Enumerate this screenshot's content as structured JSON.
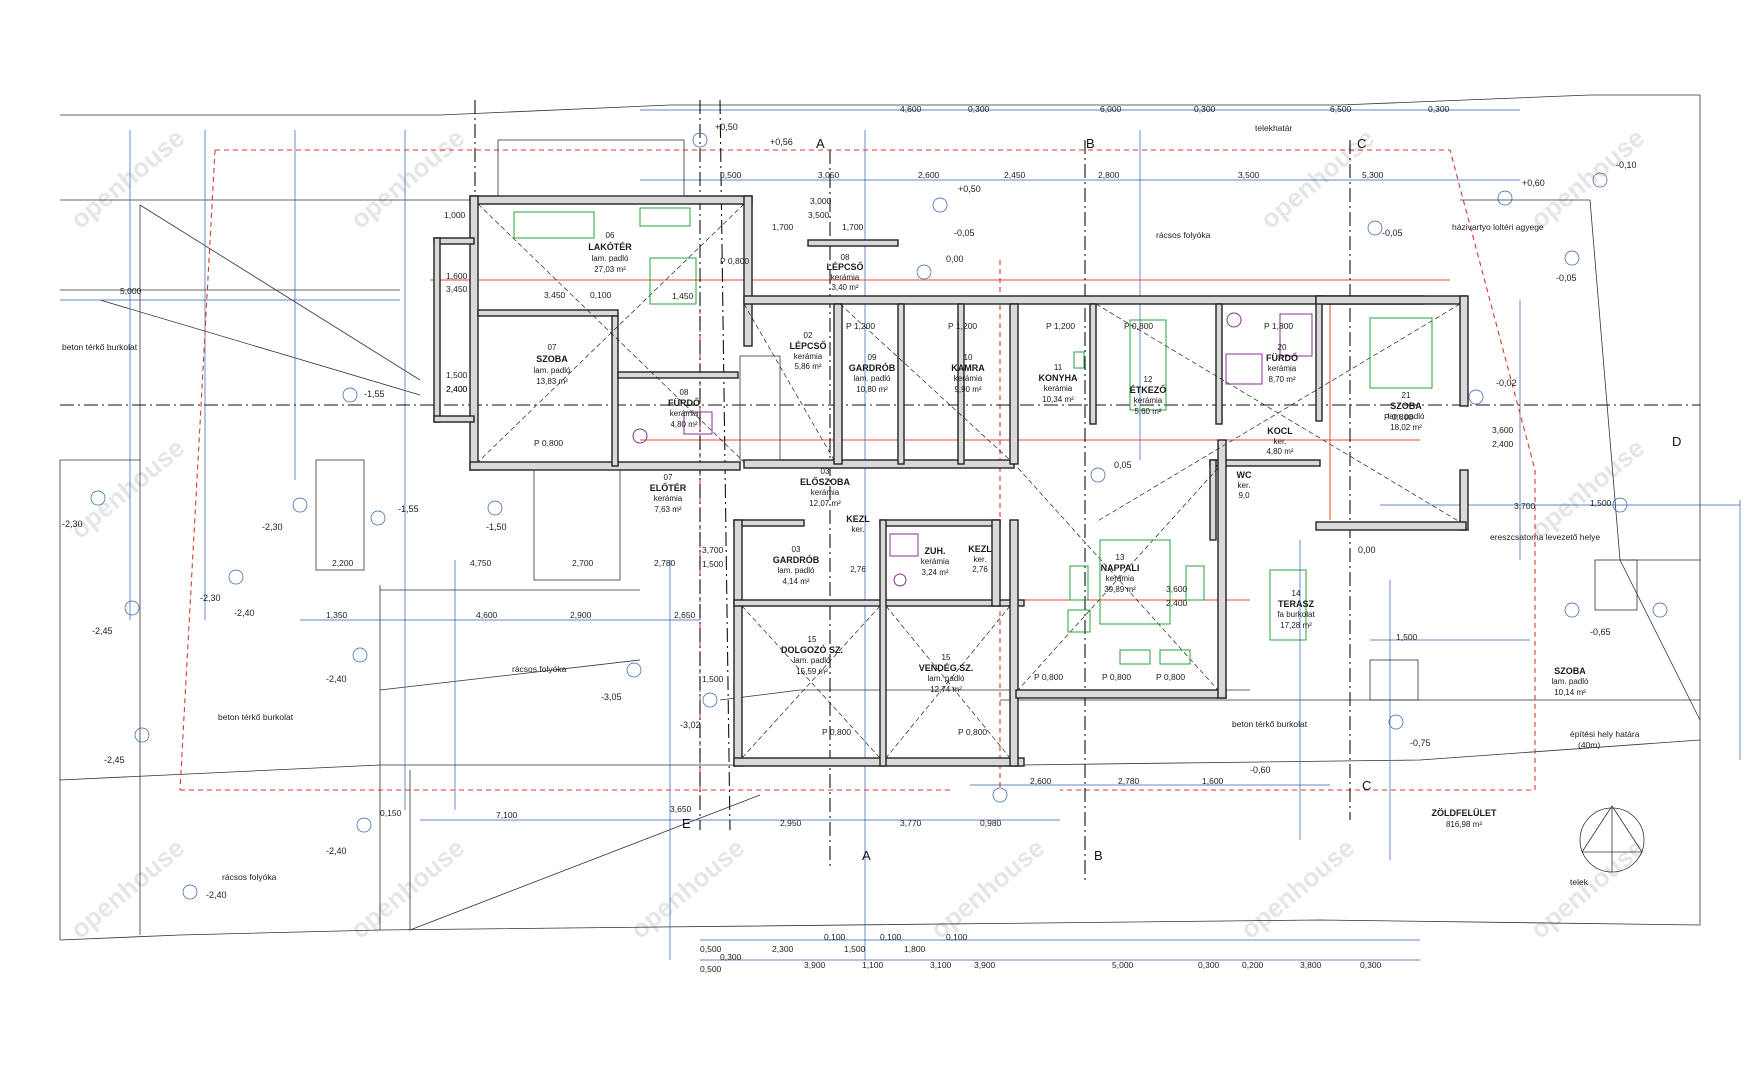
{
  "rooms": [
    {
      "id": "lakoter",
      "num": "06",
      "name": "LAKÓTÉR",
      "finish": "lam. padló",
      "area": "27,03 m²"
    },
    {
      "id": "szoba07",
      "num": "07",
      "name": "SZOBA",
      "finish": "lam. padló",
      "area": "13,83 m²"
    },
    {
      "id": "furdo08",
      "num": "08",
      "name": "FÜRDŐ",
      "finish": "kerámia",
      "area": "4,80 m²"
    },
    {
      "id": "eloter",
      "num": "07",
      "name": "ELŐTÉR",
      "finish": "kerámia",
      "area": "7,63 m²"
    },
    {
      "id": "lepcso",
      "num": "08",
      "name": "LÉPCSŐ",
      "finish": "kerámia",
      "area": "3,40 m²"
    },
    {
      "id": "lepcso02",
      "num": "02",
      "name": "LÉPCSŐ",
      "finish": "kerámia",
      "area": "5,86 m²"
    },
    {
      "id": "eloszoba",
      "num": "03",
      "name": "ELŐSZOBA",
      "finish": "kerámia",
      "area": "12,07 m²"
    },
    {
      "id": "gardrob09",
      "num": "09",
      "name": "GARDRÓB",
      "finish": "lam. padló",
      "area": "10,80 m²"
    },
    {
      "id": "kamra",
      "num": "10",
      "name": "KAMRA",
      "finish": "kerámia",
      "area": "9,90 m²"
    },
    {
      "id": "konyha",
      "num": "11",
      "name": "KONYHA",
      "finish": "kerámia",
      "area": "10,34 m²"
    },
    {
      "id": "etkezo",
      "num": "12",
      "name": "ÉTKEZŐ",
      "finish": "kerámia",
      "area": "5,60 m²"
    },
    {
      "id": "furdo20",
      "num": "20",
      "name": "FÜRDŐ",
      "finish": "kerámia",
      "area": "8,70 m²"
    },
    {
      "id": "szoba21",
      "num": "21",
      "name": "SZOBA",
      "finish": "lam. padló",
      "area": "18,02 m²"
    },
    {
      "id": "koc",
      "num": "",
      "name": "KOCL",
      "finish": "ker.",
      "area": "4,80 m²"
    },
    {
      "id": "wc",
      "num": "",
      "name": "WC",
      "finish": "ker.",
      "area": "9,0"
    },
    {
      "id": "gardrob03",
      "num": "03",
      "name": "GARDRÓB",
      "finish": "lam. padló",
      "area": "4,14 m²"
    },
    {
      "id": "kezl1",
      "num": "",
      "name": "KEZL",
      "finish": "ker.",
      "area": "2,76"
    },
    {
      "id": "zuh",
      "num": "",
      "name": "ZUH.",
      "finish": "kerámia",
      "area": "3,24 m²"
    },
    {
      "id": "kezl2",
      "num": "",
      "name": "KEZL",
      "finish": "ker.",
      "area": "2,76"
    },
    {
      "id": "nappali",
      "num": "13",
      "name": "NAPPALI",
      "finish": "kerámia",
      "area": "39,89 m²"
    },
    {
      "id": "terasz",
      "num": "14",
      "name": "TERASZ",
      "finish": "fa burkolat",
      "area": "17,28 m²"
    },
    {
      "id": "dolgozo",
      "num": "15",
      "name": "DOLGOZÓ SZ.",
      "finish": "lam. padló",
      "area": "15,59 m²"
    },
    {
      "id": "vendeg",
      "num": "15",
      "name": "VENDÉG SZ.",
      "finish": "lam. padló",
      "area": "12,74 m²"
    },
    {
      "id": "szobaR",
      "num": "",
      "name": "SZOBA",
      "finish": "lam. padló",
      "area": "10,14 m²"
    }
  ],
  "labels": {
    "beton1": "beton térkő burkolat",
    "beton2": "beton térkő burkolat",
    "beton3": "beton térkő burkolat",
    "racsos1": "rácsos folyóka",
    "racsos2": "rácsos folyóka",
    "racsos3": "rácsos folyóka",
    "telekhatar": "telekhatár",
    "hazivatto": "házivartyo loltéri agyege",
    "ereszcsatorna": "ereszcsatorna levezető helye",
    "epitesi1": "építési hely határa",
    "epitesi2": "(40m)",
    "zoldfelulet": "ZÖLDFELÜLET",
    "zoldarea": "816,98 m²",
    "telek": "telek"
  },
  "axes": {
    "A": "A",
    "B": "B",
    "C": "C",
    "D": "D",
    "E": "E"
  },
  "levels": [
    "+0,50",
    "+0,56",
    "+0,50",
    "+0,60",
    "-0,10",
    "-0,05",
    "-0,05",
    "0,00",
    "-0,05",
    "-0,02",
    "-1,55",
    "-1,55",
    "-1,50",
    "-2,30",
    "-2,30",
    "-2,30",
    "-2,40",
    "-2,45",
    "-2,40",
    "-3,05",
    "-3,02",
    "-2,45",
    "-2,40",
    "-2,40",
    "-0,60",
    "-0,75",
    "-0,65",
    "0,05",
    "0,00"
  ],
  "dims_top": [
    "4,600",
    "0,300",
    "6,000",
    "0,300",
    "6,500",
    "0,300",
    "0,500",
    "3,050",
    "2,600",
    "2,450",
    "2,800",
    "3,500",
    "5,300",
    "1,700",
    "1,700",
    "3,500",
    "3,000"
  ],
  "dims_bottom": [
    "0,500",
    "2,300",
    "1,500",
    "1,800",
    "3,100",
    "3,900",
    "5,000",
    "0,300",
    "0,200",
    "3,800",
    "0,300",
    "0,500",
    "0,300",
    "3,900",
    "1,100",
    "0,100",
    "0,100",
    "0,100"
  ],
  "dims_misc": [
    "5,000",
    "3,450",
    "0,100",
    "1,450",
    "3,450",
    "1,600",
    "2,400",
    "1,500",
    "2,400",
    "7,100",
    "3,650",
    "2,950",
    "3,770",
    "0,980",
    "2,600",
    "2,780",
    "1,600",
    "4,750",
    "2,700",
    "2,780",
    "1,350",
    "4,600",
    "2,900",
    "2,650",
    "1,500",
    "3,700",
    "1,500",
    "3,600",
    "2,400",
    "3,600",
    "2,400",
    "1,500",
    "3,700",
    "1,500",
    "0,150",
    "1,000",
    "2,200"
  ],
  "openings": [
    "P 0,800",
    "P 1,200",
    "P 1,200",
    "P 1,200",
    "P 0,800",
    "P 1,800",
    "P 0,800",
    "P 0,800",
    "P 0,800",
    "P 0,800",
    "P 0,800",
    "P 0,800",
    "P 0,800"
  ],
  "watermark": "openhouse",
  "colors": {
    "wall": "#d9d9d9",
    "grid": "#2b5fb0",
    "boundary": "#d63a2a",
    "furniture": "#25a33a",
    "sanitary": "#8a2c9a"
  }
}
